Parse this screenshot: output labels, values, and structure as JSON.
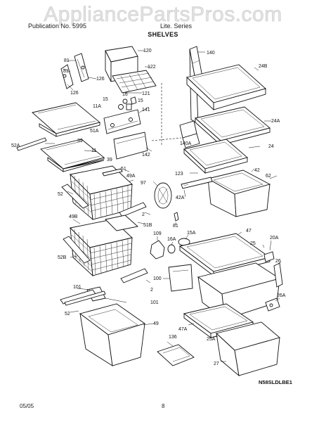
{
  "watermark": "AppliancePartsPros.com",
  "header": {
    "left": "Publication No. 5995",
    "right": "Lite. Series",
    "title": "SHELVES"
  },
  "footer": {
    "date": "05/05",
    "page": "8"
  },
  "diagram_ref": "N58SLDLBE1",
  "callouts": {
    "c81a": "81",
    "c120": "120",
    "c140": "140",
    "c81b": "81",
    "c126a": "126",
    "c122": "122",
    "c24B": "24B",
    "c126b": "126",
    "c121": "121",
    "c16": "16",
    "c15a": "15",
    "c15b": "15",
    "c11A": "11A",
    "c141": "141",
    "c51A": "51A",
    "c24A": "24A",
    "c52A": "52A",
    "c39a": "39",
    "c140A": "140A",
    "c24": "24",
    "c142": "142",
    "c11": "11",
    "c39b": "39",
    "c123": "123",
    "c42": "42",
    "c51a": "51",
    "c62": "62",
    "c49A": "49A",
    "c97": "97",
    "c52a": "52",
    "c42A": "42A",
    "c2a": "2",
    "c49B": "49B",
    "c51B": "51B",
    "c81c": "81",
    "c109": "109",
    "c16A": "16A",
    "c15A": "15A",
    "c47a": "47",
    "c20A": "20A",
    "c25": "25",
    "c52B": "52B",
    "c26": "26",
    "c100": "100",
    "c101a": "101",
    "c2b": "2",
    "c26A": "26A",
    "c101b": "101",
    "c52b": "52",
    "c49": "49",
    "c47A": "47A",
    "c136": "136",
    "c25A": "25A",
    "c27": "27"
  }
}
